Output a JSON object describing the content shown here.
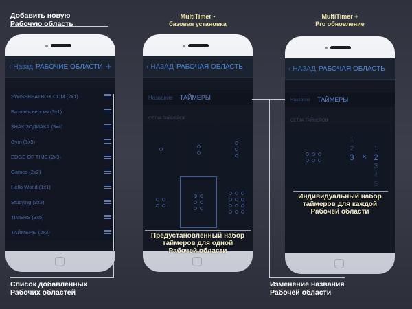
{
  "annotations": {
    "add": "Добавить новую\nРабочую область",
    "list": "Список добавленных\nРабочих областей",
    "rename": "Изменение названия\nРабочей области"
  },
  "titles": {
    "basic": "MultiTimer -\nбазовая установка",
    "pro": "MultiTimer +\nPro обновление"
  },
  "phone1": {
    "back": "Назад",
    "title": "РАБОЧИЕ ОБЛАСТИ",
    "add_icon": "plus-icon",
    "items": [
      "SWISSBEATBOX.COM (2x1)",
      "Базовая версия (3x1)",
      "ЗНАК ЗОДИАКА (3x4)",
      "Gym (3x5)",
      "EDGE OF TIME (2x3)",
      "Games (2x2)",
      "Hello World (1x1)",
      "Studying (3x3)",
      "TIMERS (3x5)",
      "ТАЙМЕРЫ (2x3)"
    ]
  },
  "phone2": {
    "back": "НАЗАД",
    "title": "РАБОЧАЯ ОБЛАСТЬ",
    "name_label": "Название",
    "name_value": "ТАЙМЕРЫ",
    "grid_label": "СЕТКА ТАЙМЕРОВ",
    "layouts": [
      "1x1",
      "1x2",
      "1x3",
      "2x2",
      "2x3",
      "3x4"
    ],
    "selected_layout": "2x3",
    "caption": "Предустановленный набор\nтаймеров для одной\nРабочей области"
  },
  "phone3": {
    "back": "НАЗАД",
    "title": "РАБОЧАЯ ОБЛАСТЬ",
    "name_label": "Название",
    "name_value": "ТАЙМЕРЫ",
    "grid_label": "СЕТКА ТАЙМЕРОВ",
    "columns": [
      "1",
      "2",
      "3"
    ],
    "selected_columns": "3",
    "times": "×",
    "rows": [
      "1",
      "2",
      "3",
      "4",
      "5"
    ],
    "selected_rows": "2",
    "caption": "Индивидуальный набор\nтаймеров для каждой\nРабочей области"
  },
  "colors": {
    "accent": "#4a85d6",
    "caption": "#f3eec8",
    "title": "#f0e6a6"
  }
}
